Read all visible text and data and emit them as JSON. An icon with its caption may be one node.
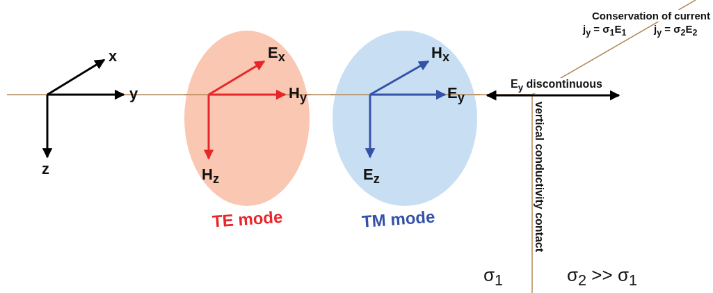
{
  "diagram": {
    "nodes": [
      {
        "text": [
          "E$_{x}$",
          "H$_{y}$",
          "H$_{z}$",
          "TE mode"
        ]
      },
      {
        "text": [
          "H$_{x}$",
          "E$_{y}$",
          "E$_{z}$",
          "TM mode"
        ]
      }
    ],
    "labels": [
      "x",
      "y",
      "z",
      "Conservation of current",
      "j$_{y}$ = σ$_{1}$E$_{1}$",
      "j$_{y}$ = σ$_{2}$E$_{2}$",
      "E$_{y}$ discontinuous",
      "vertical conductivity contact",
      "σ$_{1}$",
      "σ$_{2}$ >> σ$_{1}$"
    ]
  }
}
